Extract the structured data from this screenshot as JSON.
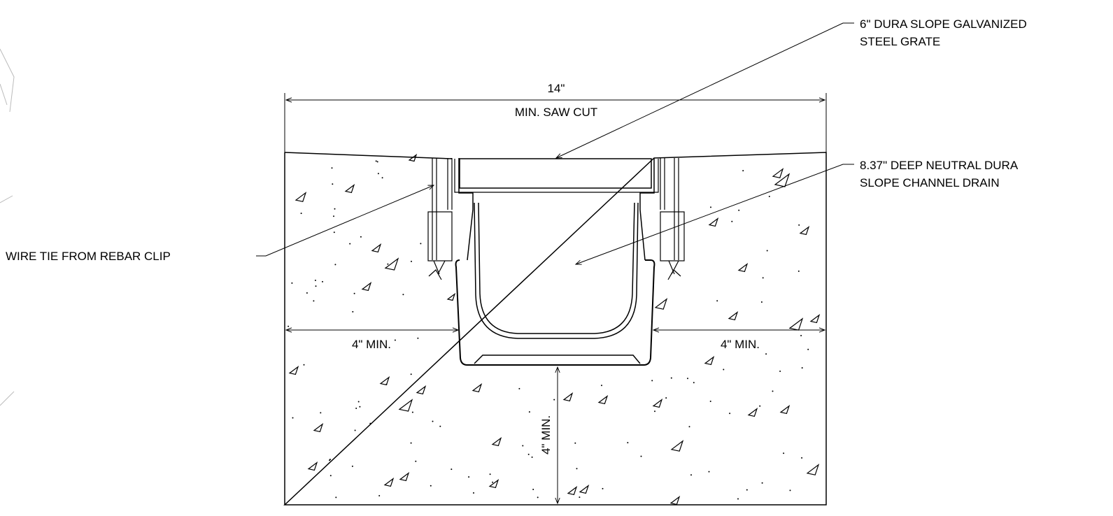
{
  "labels": {
    "grate_line1": "6\" DURA SLOPE GALVANIZED",
    "grate_line2": "STEEL GRATE",
    "channel_line1": "8.37\" DEEP NEUTRAL DURA",
    "channel_line2": "SLOPE CHANNEL DRAIN",
    "wire_tie": "WIRE TIE FROM  REBAR CLIP"
  },
  "dimensions": {
    "width_value": "14\"",
    "width_note": "MIN. SAW CUT",
    "side_left": "4\" MIN.",
    "side_right": "4\" MIN.",
    "bottom": "4\" MIN."
  },
  "colors": {
    "line": "#000000",
    "background": "#ffffff"
  }
}
